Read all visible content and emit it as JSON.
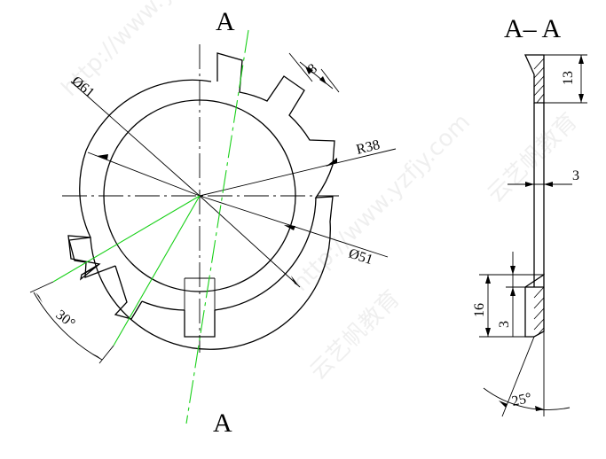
{
  "section_marks": {
    "top": "A",
    "bottom": "A",
    "section_view_title": "A– A"
  },
  "front_view": {
    "outer_diameter_label": "Ø61",
    "inner_diameter_label": "Ø51",
    "tab_width_label": "8",
    "tab_radius_label": "R38",
    "angle_label": "30°"
  },
  "section_view": {
    "height_label": "13",
    "thickness_label": "3",
    "tab_height_label": "16",
    "tab_thickness_label": "3",
    "bend_angle_label": "25°"
  },
  "watermark": {
    "text_cn": "云艺帆教育",
    "text_url": "http://www.yzfjy.com"
  }
}
